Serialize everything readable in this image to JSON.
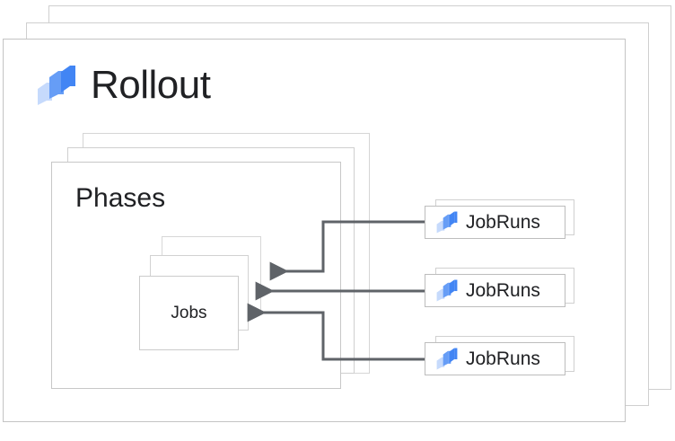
{
  "diagram": {
    "title": "Rollout",
    "logo_icon": "rollout-slabs-icon",
    "colors": {
      "slab_dark_blue": "#4285f4",
      "slab_mid_blue": "#669df6",
      "slab_light_blue": "#c6dafc",
      "card_border": "#c9c9c9",
      "connector": "#5f6368",
      "text": "#202124",
      "background": "#ffffff"
    },
    "phases": {
      "title": "Phases",
      "stack_count": 3,
      "jobs": {
        "title": "Jobs",
        "stack_count": 3
      }
    },
    "jobruns": [
      {
        "label": "JobRuns",
        "icon": "rollout-slabs-icon"
      },
      {
        "label": "JobRuns",
        "icon": "rollout-slabs-icon"
      },
      {
        "label": "JobRuns",
        "icon": "rollout-slabs-icon"
      }
    ],
    "connectors": [
      {
        "from": "jobruns-1",
        "to": "jobs-layer-3",
        "arrow": "left"
      },
      {
        "from": "jobruns-2",
        "to": "jobs-layer-2",
        "arrow": "left"
      },
      {
        "from": "jobruns-3",
        "to": "jobs-layer-1",
        "arrow": "left"
      }
    ],
    "rollout_stack_count": 3
  }
}
